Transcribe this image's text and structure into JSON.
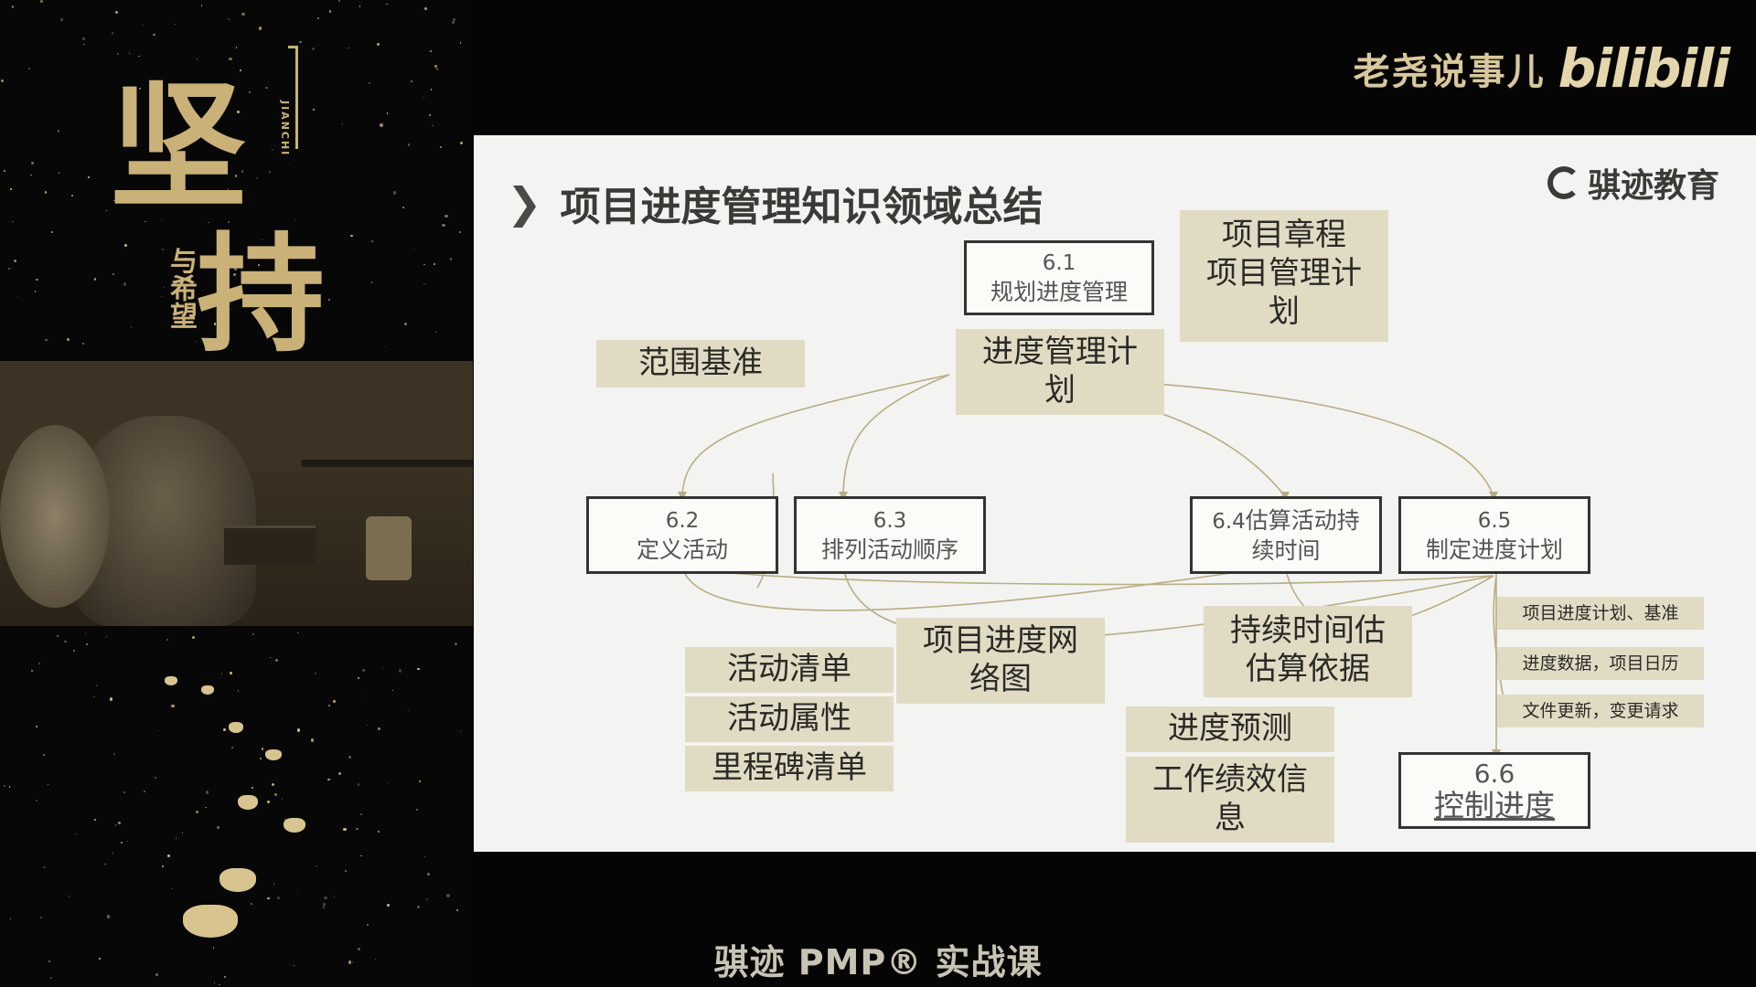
{
  "brand": {
    "channel": "老尧说事儿",
    "site_logo": "bilibili"
  },
  "left_panel": {
    "calligraphy_main_1": "坚",
    "calligraphy_main_2": "持",
    "calligraphy_sub": "与希望",
    "calligraphy_latin": "JIANCHI"
  },
  "slide": {
    "title": "项目进度管理知识领域总结",
    "logo_text": "骐迹教育",
    "process_61": {
      "num": "6.1",
      "name": "规划进度管理"
    },
    "process_62": {
      "num": "6.2",
      "name": "定义活动"
    },
    "process_63": {
      "num": "6.3",
      "name": "排列活动顺序"
    },
    "process_64": {
      "num": "6.4",
      "name": "估算活动持",
      "name2": "续时间"
    },
    "process_65": {
      "num": "6.5",
      "name": "制定进度计划"
    },
    "process_66": {
      "num": "6.6",
      "name": "控制进度"
    },
    "input_charter": [
      "项目章程",
      "项目管理计",
      "划"
    ],
    "output_schedule_plan": [
      "进度管理计",
      "划"
    ],
    "input_scope": "范围基准",
    "outputs_62": [
      "活动清单",
      "活动属性",
      "里程碑清单"
    ],
    "output_63": [
      "项目进度网",
      "络图"
    ],
    "output_64": [
      "持续时间估",
      "估算依据"
    ],
    "outputs_65": [
      "项目进度计划、基准",
      "进度数据，项目日历",
      "文件更新，变更请求"
    ],
    "outputs_66": [
      "进度预测",
      "工作绩效信",
      "息"
    ]
  },
  "footer_caption": "骐迹 PMP® 实战课",
  "colors": {
    "accent_gold": "#d8cba0",
    "tag_bg": "#e1dbc4",
    "slide_bg": "#f3f3f1"
  }
}
